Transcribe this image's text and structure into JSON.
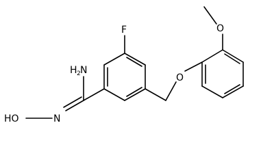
{
  "structure": {
    "atoms": {
      "fluorine": "F",
      "ether_oxygen": "O",
      "methoxy_oxygen": "O",
      "amine_nitrogen": "N",
      "amine_h": "H",
      "amine_sub": "2",
      "oxime_nitrogen": "N",
      "hydroxyl": "HO"
    },
    "colors": {
      "bond": "#000000",
      "text": "#000000",
      "background": "#ffffff"
    }
  }
}
